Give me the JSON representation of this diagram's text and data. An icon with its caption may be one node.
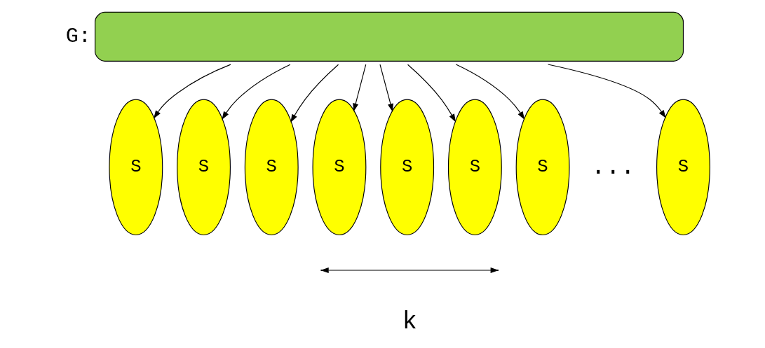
{
  "diagram": {
    "nodes": [
      {
        "text": [
          "G:"
        ]
      },
      {
        "text": [
          "S"
        ]
      },
      {
        "text": [
          "S"
        ]
      },
      {
        "text": [
          "S"
        ]
      },
      {
        "text": [
          "S"
        ]
      },
      {
        "text": [
          "S"
        ]
      },
      {
        "text": [
          "S"
        ]
      },
      {
        "text": [
          "S"
        ]
      },
      {
        "text": [
          "S"
        ]
      }
    ],
    "edges": [
      {
        "from": 0,
        "to": 1,
        "arrow": "to"
      },
      {
        "from": 0,
        "to": 2,
        "arrow": "to"
      },
      {
        "from": 0,
        "to": 3,
        "arrow": "to"
      },
      {
        "from": 0,
        "to": 4,
        "arrow": "to"
      },
      {
        "from": 0,
        "to": 5,
        "arrow": "to"
      },
      {
        "from": 0,
        "to": 6,
        "arrow": "to"
      },
      {
        "from": 0,
        "to": 7,
        "arrow": "to"
      },
      {
        "from": 0,
        "to": 8,
        "arrow": "to"
      }
    ],
    "labels": [
      "...",
      "k"
    ]
  }
}
